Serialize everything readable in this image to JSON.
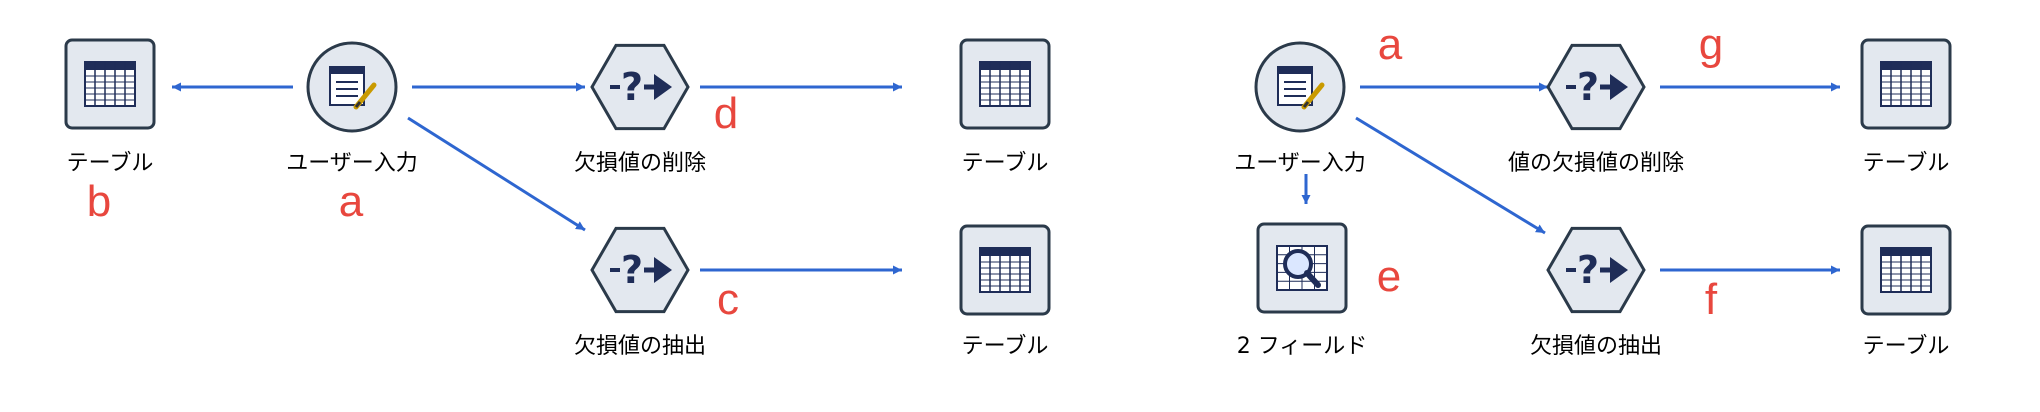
{
  "colors": {
    "link": "#2e66d0",
    "letter": "#e8473e",
    "node_fill": "#e3e8ef",
    "node_stroke": "#2b3a4a",
    "icon_dark": "#1f2d58"
  },
  "nodes": [
    {
      "id": "n1",
      "type": "table",
      "label": "テーブル"
    },
    {
      "id": "n2",
      "type": "user-input",
      "label": "ユーザー入力"
    },
    {
      "id": "n3",
      "type": "select",
      "label": "欠損値の削除"
    },
    {
      "id": "n4",
      "type": "table",
      "label": "テーブル"
    },
    {
      "id": "n5",
      "type": "select",
      "label": "欠損値の抽出"
    },
    {
      "id": "n6",
      "type": "table",
      "label": "テーブル"
    },
    {
      "id": "n7",
      "type": "user-input",
      "label": "ユーザー入力"
    },
    {
      "id": "n8",
      "type": "select",
      "label": "値の欠損値の削除"
    },
    {
      "id": "n9",
      "type": "table",
      "label": "テーブル"
    },
    {
      "id": "n10",
      "type": "data-audit",
      "label": "2 フィールド"
    },
    {
      "id": "n11",
      "type": "select",
      "label": "欠損値の抽出"
    },
    {
      "id": "n12",
      "type": "table",
      "label": "テーブル"
    }
  ],
  "edges": [
    {
      "from": "n2",
      "to": "n1"
    },
    {
      "from": "n2",
      "to": "n3"
    },
    {
      "from": "n3",
      "to": "n4"
    },
    {
      "from": "n2",
      "to": "n5"
    },
    {
      "from": "n5",
      "to": "n6"
    },
    {
      "from": "n7",
      "to": "n8"
    },
    {
      "from": "n8",
      "to": "n9"
    },
    {
      "from": "n7",
      "to": "n10"
    },
    {
      "from": "n7",
      "to": "n11"
    },
    {
      "from": "n11",
      "to": "n12"
    }
  ],
  "annotations": [
    "b",
    "a",
    "d",
    "c",
    "a",
    "g",
    "e",
    "f"
  ]
}
